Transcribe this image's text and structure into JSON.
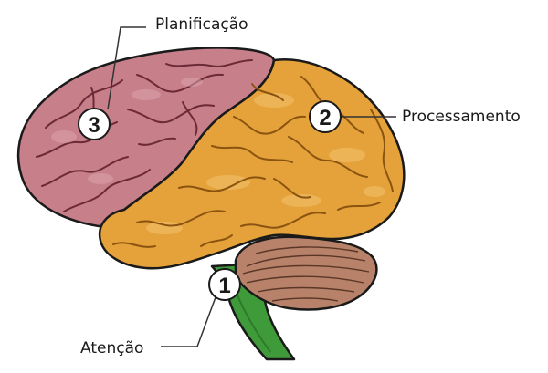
{
  "labels": {
    "planning": "Planificação",
    "processing": "Processamento",
    "attention": "Atenção"
  },
  "markers": {
    "attention": "1",
    "processing": "2",
    "planning": "3"
  },
  "colors": {
    "frontal_lobe": "#c77f8a",
    "frontal_lobe_light": "#dca4ad",
    "cortex": "#e6a23a",
    "cortex_light": "#f1c06a",
    "cerebellum": "#b8826a",
    "brainstem": "#3f9a3a",
    "outline": "#1a1a1a",
    "marker_fill": "#ffffff"
  }
}
